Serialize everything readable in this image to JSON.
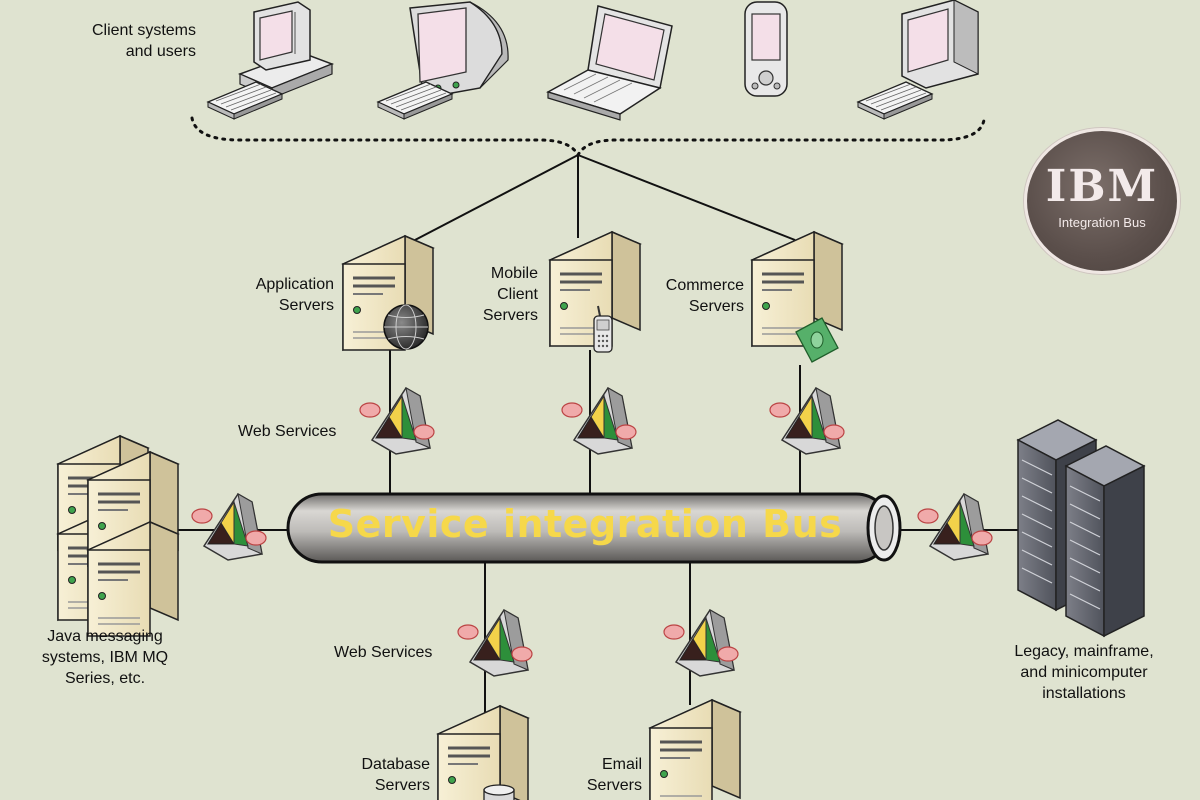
{
  "labels": {
    "clients": "Client systems\nand users",
    "app_servers": "Application\nServers",
    "mobile_servers": "Mobile\nClient\nServers",
    "commerce_servers": "Commerce\nServers",
    "web_services_top": "Web Services",
    "web_services_bottom": "Web Services",
    "java_messaging": "Java messaging\nsystems, IBM MQ\nSeries, etc.",
    "legacy": "Legacy, mainframe,\nand minicomputer\ninstallations",
    "database_servers": "Database\nServers",
    "email_servers": "Email\nServers"
  },
  "bus": {
    "title": "Service integration Bus"
  },
  "logo": {
    "brand": "IBM",
    "subtitle": "Integration Bus"
  },
  "colors": {
    "background": "#dfe3d0",
    "bus_title": "#f6d84a",
    "bus_body": "#c9c7c4"
  },
  "icons": [
    "desktop-computer-icon",
    "crt-monitor-icon",
    "laptop-icon",
    "pda-icon",
    "server-tower-icon",
    "globe-icon",
    "mobile-phone-icon",
    "money-bill-icon",
    "adapter-icon",
    "server-rack-icon",
    "database-icon"
  ]
}
